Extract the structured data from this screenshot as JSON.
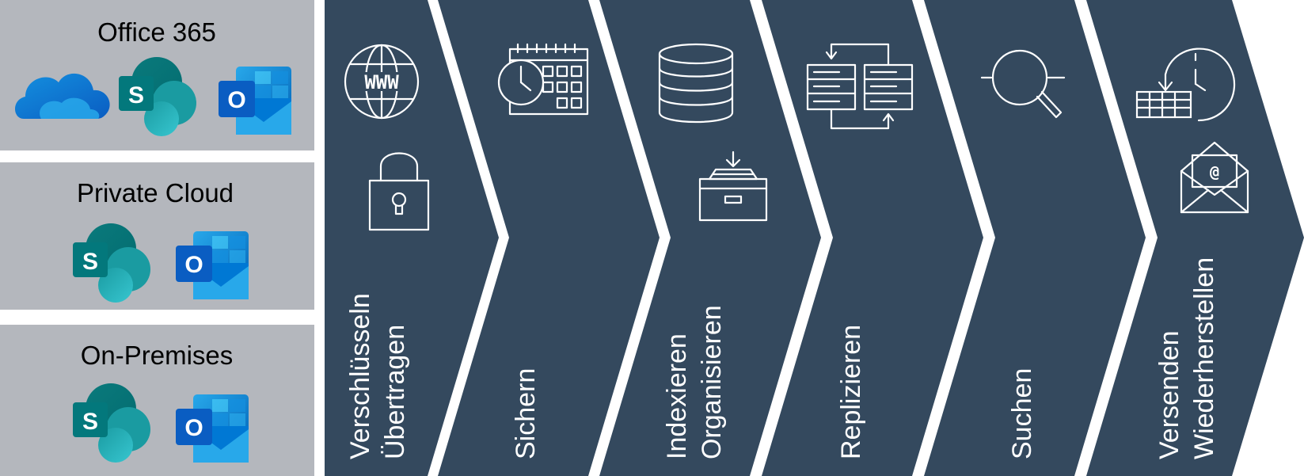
{
  "colors": {
    "panel_background": "#B4B7BD",
    "chevron_fill": "#34495E",
    "label_text": "#FFFFFF",
    "onedrive_blue": "#0A5DC2",
    "sharepoint_teal": "#036C70",
    "outlook_blue": "#0364B8"
  },
  "sources": [
    {
      "title": "Office 365",
      "apps": [
        "onedrive-icon",
        "sharepoint-icon",
        "outlook-icon"
      ]
    },
    {
      "title": "Private Cloud",
      "apps": [
        "sharepoint-icon",
        "outlook-icon"
      ]
    },
    {
      "title": "On-Premises",
      "apps": [
        "sharepoint-icon",
        "outlook-icon"
      ]
    }
  ],
  "steps": [
    {
      "lines": [
        "Verschlüsseln",
        "Übertragen"
      ],
      "icons": [
        "www-globe-icon",
        "padlock-icon"
      ]
    },
    {
      "lines": [
        "Sichern"
      ],
      "icons": [
        "calendar-clock-icon"
      ]
    },
    {
      "lines": [
        "Indexieren",
        "Organisieren"
      ],
      "icons": [
        "database-icon",
        "archive-tray-icon"
      ]
    },
    {
      "lines": [
        "Replizieren"
      ],
      "icons": [
        "replicate-servers-icon"
      ]
    },
    {
      "lines": [
        "Suchen"
      ],
      "icons": [
        "magnifier-icon"
      ]
    },
    {
      "lines": [
        "Versenden",
        "Wiederherstellen"
      ],
      "icons": [
        "restore-history-icon",
        "email-envelope-icon"
      ]
    }
  ],
  "app_letters": {
    "sharepoint": "S",
    "outlook": "O"
  },
  "web_text": "WWW",
  "email_symbol": "@"
}
